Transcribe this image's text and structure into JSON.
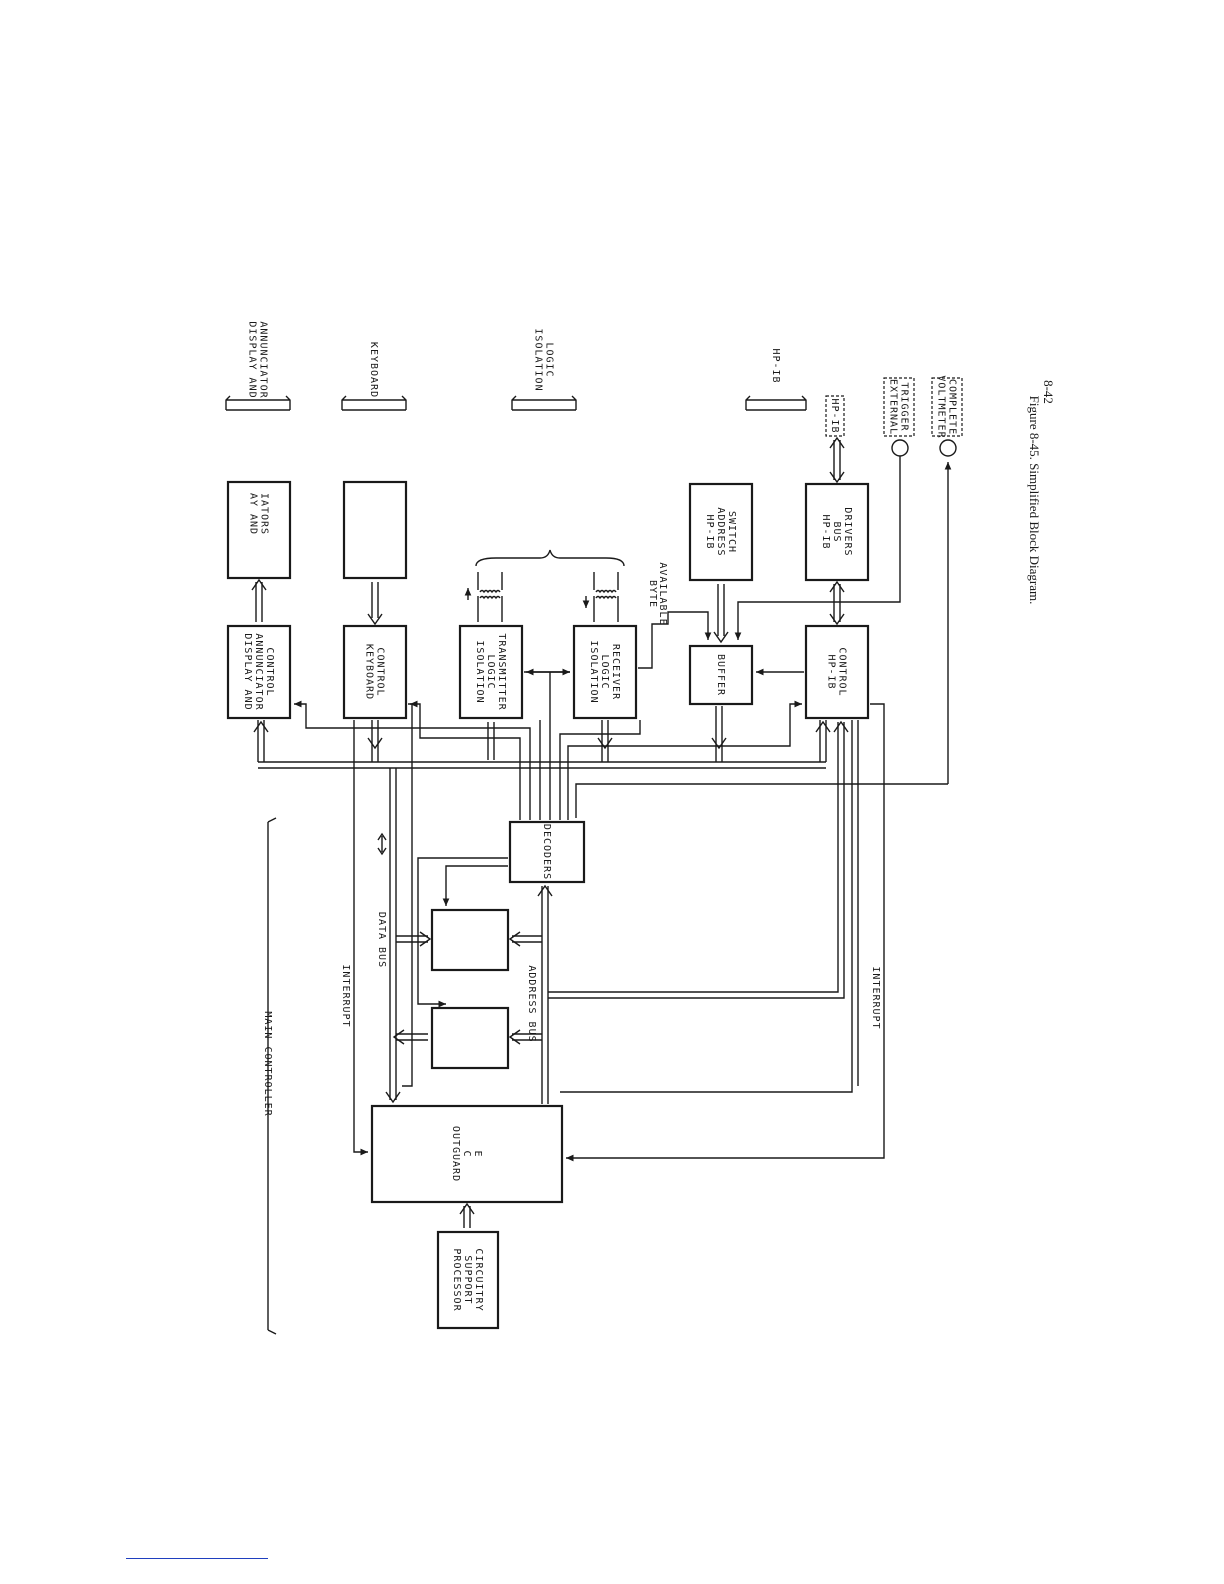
{
  "blocks": {
    "display_control": [
      "DISPLAY AND",
      "ANNUNCIATOR",
      "CONTROL"
    ],
    "display_unit": [
      "AY AND",
      "IATORS"
    ],
    "keyboard_control": [
      "KEYBOARD",
      "CONTROL"
    ],
    "keyboard_unit": [],
    "iso_transmitter": [
      "ISOLATION",
      "LOGIC",
      "TRANSMITTER"
    ],
    "iso_receiver": [
      "ISOLATION",
      "LOGIC",
      "RECEIVER"
    ],
    "buffer": [
      "BUFFER"
    ],
    "hpib_switch": [
      "HP-IB",
      "ADDRESS",
      "SWITCH"
    ],
    "hpib_control": [
      "HP-IB",
      "CONTROL"
    ],
    "hpib_drivers": [
      "HP-IB",
      "BUS",
      "DRIVERS"
    ],
    "decoders": [
      "DECODERS"
    ],
    "mem_upper": [],
    "mem_lower": [],
    "outguard": [
      "OUTGUARD",
      "C",
      "E"
    ],
    "processor_support": [
      "PROCESSOR",
      "SUPPORT",
      "CIRCUITRY"
    ]
  },
  "externals": {
    "display": [
      "DISPLAY AND",
      "ANNUNCIATOR"
    ],
    "keyboard": [
      "KEYBOARD"
    ],
    "isolation": [
      "ISOLATION",
      "LOGIC"
    ],
    "hpib": [
      "HP-IB"
    ],
    "hpib_port": "HP-IB",
    "ext_trigger": [
      "EXTERNAL",
      "TRIGGER"
    ],
    "vm_complete": [
      "VOLTMETER",
      "COMPLETE"
    ]
  },
  "signals": {
    "byte_available": [
      "BYTE",
      "AVAILABLE"
    ],
    "main_controller": "MAIN CONTROLLER",
    "interrupt_left": "INTERRUPT",
    "interrupt_right": "INTERRUPT",
    "data_bus": "DATA BUS",
    "address_bus": "ADDRESS BUS"
  },
  "caption": {
    "figure": "Figure 8-45.  Simplified Block Diagram.",
    "page": "8-42"
  }
}
